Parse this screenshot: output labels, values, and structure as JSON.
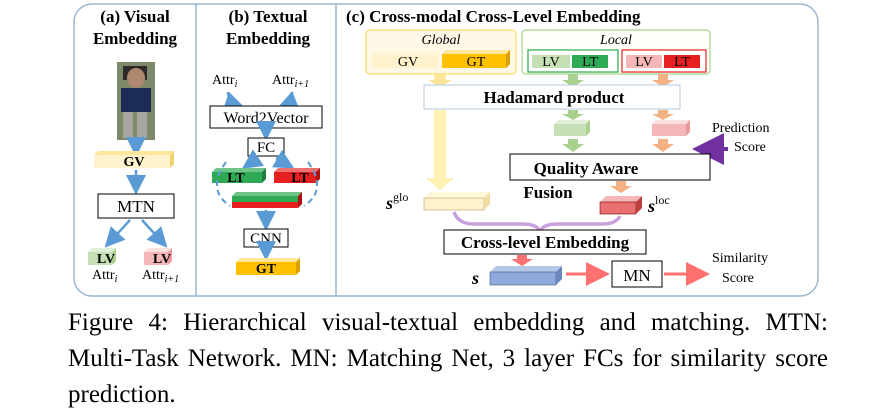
{
  "panels": {
    "a_title_line1": "(a) Visual",
    "a_title_line2": "Embedding",
    "b_title_line1": "(b) Textual",
    "b_title_line2": "Embedding",
    "c_title": "(c) Cross-modal Cross-Level Embedding"
  },
  "panel_a": {
    "gv": "GV",
    "mtn": "MTN",
    "lv_left": "LV",
    "lv_right": "LV",
    "attr_i": "Attr",
    "attr_i_sub": "i",
    "attr_i1": "Attr",
    "attr_i1_sub": "i+1"
  },
  "panel_b": {
    "attr_i": "Attr",
    "attr_i_sub": "i",
    "attr_i1": "Attr",
    "attr_i1_sub": "i+1",
    "word2vector": "Word2Vector",
    "fc": "FC",
    "lt_left": "LT",
    "lt_right": "LT",
    "cnn": "CNN",
    "gt": "GT"
  },
  "panel_c": {
    "global_label": "Global",
    "local_label": "Local",
    "gv": "GV",
    "gt": "GT",
    "lv1": "LV",
    "lt1": "LT",
    "lv2": "LV",
    "lt2": "LT",
    "hadamard": "Hadamard product",
    "prediction_line1": "Prediction",
    "prediction_line2": "Score",
    "qaf_line1": "Quality Aware",
    "qaf_line2": "Fusion",
    "s_glo": "s",
    "s_glo_sup": "glo",
    "s_loc": "s",
    "s_loc_sup": "loc",
    "cross_level": "Cross-level Embedding",
    "s": "s",
    "mn": "MN",
    "similarity_line1": "Similarity",
    "similarity_line2": "Score"
  },
  "caption": "Figure 4: Hierarchical visual-textual embedding and matching. MTN: Multi-Task Network. MN: Matching Net, 3 layer FCs for similarity score prediction.",
  "colors": {
    "frame": "#9ab8d2",
    "arrow_blue": "#5b9bd5",
    "yellow": "#ffd966",
    "yellow_light": "#fff2cc",
    "green": "#2eaa55",
    "green_light": "#c5e0b4",
    "red": "#e62020",
    "red_light": "#f4b6b6",
    "orange_arrow": "#f4b183",
    "purple": "#7030a0",
    "salmon": "#ff7070",
    "s_blue": "#8faadc"
  }
}
